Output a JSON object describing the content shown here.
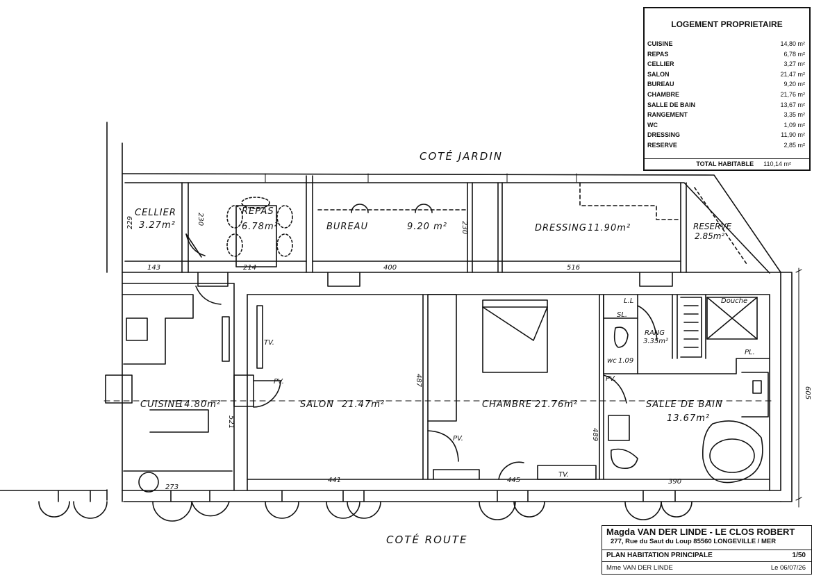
{
  "plan": {
    "orientation": {
      "garden_side": "COTÉ  JARDIN",
      "road_side": "COTÉ  ROUTE"
    },
    "rooms": [
      {
        "key": "cellier",
        "name": "CELLIER",
        "area": "3.27m²"
      },
      {
        "key": "repas",
        "name": "REPAS",
        "area": "6.78m²"
      },
      {
        "key": "bureau",
        "name": "BUREAU",
        "area": "9.20 m²"
      },
      {
        "key": "dressing",
        "name": "DRESSING",
        "area": "11.90m²"
      },
      {
        "key": "reserve",
        "name": "RESERVE",
        "area": "2.85m²"
      },
      {
        "key": "cuisine",
        "name": "CUISINE",
        "area": "14.80m²"
      },
      {
        "key": "salon",
        "name": "SALON",
        "area": "21.47m²"
      },
      {
        "key": "chambre",
        "name": "CHAMBRE",
        "area": "21.76m²"
      },
      {
        "key": "salle_de_bain",
        "name": "SALLE DE BAIN",
        "area": "13.67m²"
      },
      {
        "key": "rangement",
        "name": "RANG",
        "area": "3.35m²"
      },
      {
        "key": "wc",
        "name": "wc",
        "area": "1.09"
      }
    ],
    "dimensions": {
      "cellier_w": "143",
      "repas_w": "214",
      "bureau_w": "400",
      "dressing_w": "516",
      "cellier_h": "229",
      "repas_h": "230",
      "bureau_h": "230",
      "cuisine_w": "273",
      "cuisine_h": "521",
      "salon_w": "441",
      "salon_h": "487",
      "chambre_w": "445",
      "chambre_h": "489",
      "sdb_w": "390",
      "overall_h": "605"
    },
    "fixtures": {
      "tv": "TV.",
      "pv": "PV.",
      "ll": "L.L",
      "sl": "SL.",
      "pl": "PL.",
      "douche": "Douche"
    }
  },
  "area_table": {
    "title": "LOGEMENT PROPRIETAIRE",
    "rows": [
      {
        "label": "CUISINE",
        "value": "14,80 m²"
      },
      {
        "label": "REPAS",
        "value": "6,78 m²"
      },
      {
        "label": "CELLIER",
        "value": "3,27 m²"
      },
      {
        "label": "SALON",
        "value": "21,47 m²"
      },
      {
        "label": "BUREAU",
        "value": "9,20 m²"
      },
      {
        "label": "CHAMBRE",
        "value": "21,76 m²"
      },
      {
        "label": "SALLE DE BAIN",
        "value": "13,67 m²"
      },
      {
        "label": "RANGEMENT",
        "value": "3,35 m²"
      },
      {
        "label": "WC",
        "value": "1,09 m²"
      },
      {
        "label": "DRESSING",
        "value": "11,90 m²"
      },
      {
        "label": "RESERVE",
        "value": "2,85 m²"
      }
    ],
    "total_label": "TOTAL HABITABLE",
    "total_value": "110,14 m²"
  },
  "title_block": {
    "owner": "Magda VAN DER LINDE - LE CLOS ROBERT",
    "address": "277, Rue du Saut du Loup  85560  LONGEVILLE / MER",
    "plan_name": "PLAN HABITATION PRINCIPALE",
    "scale": "1/50",
    "client": "Mme VAN DER LINDE",
    "date": "Le 06/07/26"
  }
}
